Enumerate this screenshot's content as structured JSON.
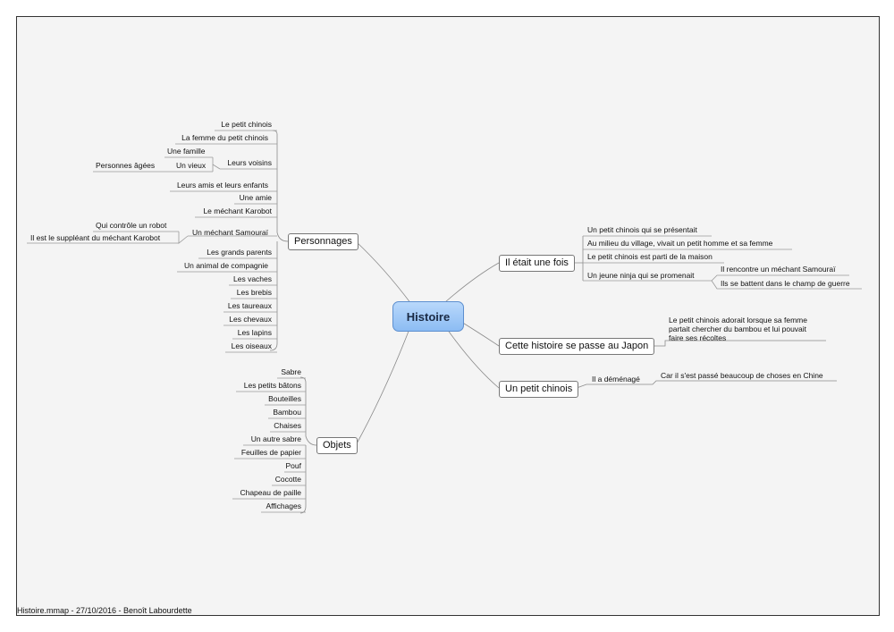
{
  "root": "Histoire",
  "branches": {
    "personnages": "Personnages",
    "objets": "Objets",
    "il_etait": "Il était une fois",
    "japon": "Cette histoire se passe au Japon",
    "chinois": "Un petit chinois"
  },
  "personnages": {
    "items": [
      "Le petit chinois",
      "La femme du petit chinois",
      "Leurs voisins",
      "Leurs amis et leurs enfants",
      "Une amie",
      "Le méchant Karobot",
      "Un méchant Samouraï",
      "Les grands parents",
      "Un animal de compagnie",
      "Les vaches",
      "Les brebis",
      "Les taureaux",
      "Les chevaux",
      "Les lapins",
      "Les oiseaux"
    ],
    "voisins": [
      "Une famille",
      "Un vieux"
    ],
    "vieux": "Personnes âgées",
    "samourai": [
      "Qui contrôle un robot",
      "Il est le suppléant du méchant Karobot"
    ]
  },
  "objets": [
    "Sabre",
    "Les petits bâtons",
    "Bouteilles",
    "Bambou",
    "Chaises",
    "Un autre sabre",
    "Feuilles de papier",
    "Pouf",
    "Cocotte",
    "Chapeau de paille",
    "Affichages"
  ],
  "il_etait": {
    "items": [
      "Un petit chinois qui se présentait",
      "Au milieu du village, vivait un petit homme et sa femme",
      "Le petit chinois est parti de la maison",
      "Un jeune ninja qui se promenait"
    ],
    "ninja": [
      "Il rencontre un méchant Samouraï",
      "Ils se battent dans le champ de guerre"
    ]
  },
  "japon_note": "Le petit chinois adorait lorsque sa femme partait chercher du bambou et lui pouvait faire ses récoltes",
  "chinois": {
    "demenage": "Il a déménagé",
    "raison": "Car il s'est passé beaucoup de choses en Chine"
  },
  "footer": "Histoire.mmap - 27/10/2016 - Benoît Labourdette"
}
